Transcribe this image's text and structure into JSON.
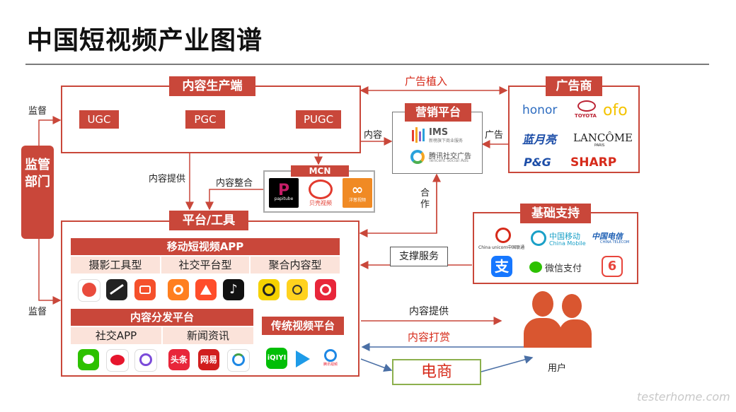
{
  "title": "中国短视频产业图谱",
  "content_producer": {
    "header": "内容生产端",
    "nodes": [
      "UGC",
      "PGC",
      "PUGC"
    ]
  },
  "mcn": {
    "header": "MCN",
    "logos": [
      "papitube",
      "贝壳视频",
      "洋葱视频"
    ]
  },
  "marketing": {
    "header": "营销平台",
    "logos": [
      {
        "name": "IMS",
        "sub": "新榜旗下商业服务"
      },
      {
        "name": "腾讯社交广告",
        "sub": "Tencent Social Ads"
      }
    ]
  },
  "advertisers": {
    "header": "广告商",
    "logos": [
      "honor",
      "TOYOTA",
      "ofo",
      "蓝月亮",
      "LANCÔME",
      "P&G",
      "SHARP"
    ],
    "lancome_sub": "PARIS"
  },
  "regulator": {
    "label": "监管部门"
  },
  "infra": {
    "header": "基础支持",
    "logos": [
      {
        "name": "China unicom中国联通"
      },
      {
        "name": "中国移动",
        "sub": "China Mobile"
      },
      {
        "name": "中国电信",
        "sub": "CHINA TELECOM"
      },
      {
        "name": "支"
      },
      {
        "name": "微信支付"
      },
      {
        "name": "6"
      }
    ]
  },
  "platform": {
    "header": "平台/工具",
    "app_header": "移动短视频APP",
    "app_cats": [
      "摄影工具型",
      "社交平台型",
      "聚合内容型"
    ],
    "dist_header": "内容分发平台",
    "dist_cats": [
      "社交APP",
      "新闻资讯"
    ],
    "dist_logos": [
      "头条",
      "网易"
    ],
    "trad_header": "传统视频平台",
    "trad_logos": [
      "iQIYI",
      "优酷",
      "腾讯视频"
    ]
  },
  "ecommerce": "电商",
  "user_label": "用户",
  "edges": {
    "supervise_top": "监督",
    "supervise_bottom": "监督",
    "ad_placement": "广告植入",
    "content": "内容",
    "ad": "广告",
    "content_provide": "内容提供",
    "content_integrate": "内容整合",
    "cooperate": "合作",
    "support_service": "支撑服务",
    "content_provide2": "内容提供",
    "content_reward": "内容打赏"
  },
  "watermark": "testerhome.com",
  "colors": {
    "accent": "#c9473a",
    "pink": "#fbe3da",
    "ecommerce_border": "#8cb04d",
    "arrow_blue": "#4a6fa5"
  }
}
